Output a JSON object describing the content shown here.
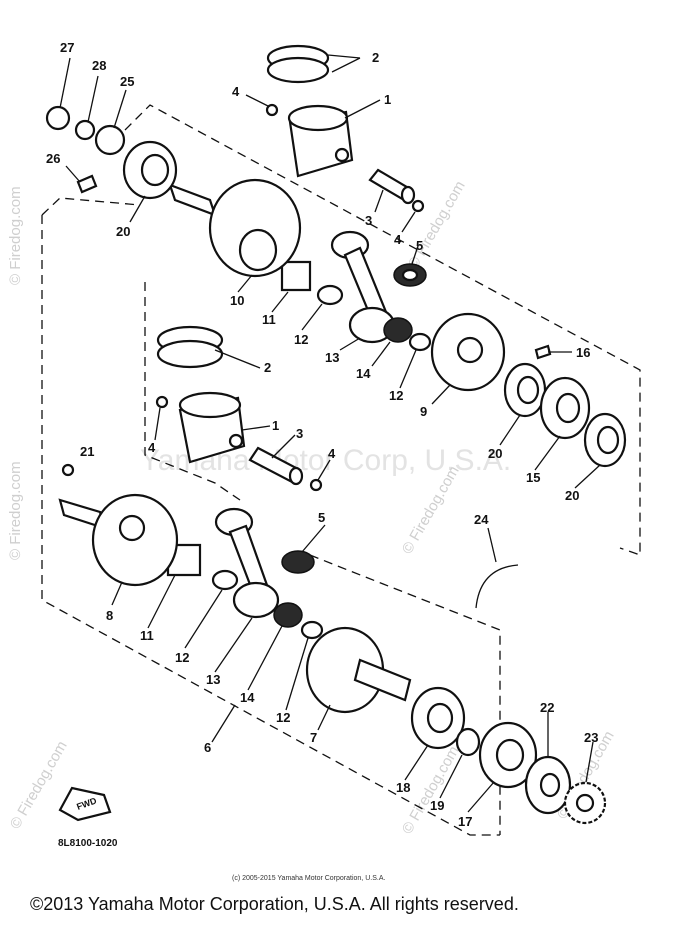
{
  "callouts": {
    "n1": "1",
    "n2": "2",
    "n3": "3",
    "n4": "4",
    "n5": "5",
    "n6": "6",
    "n7": "7",
    "n8": "8",
    "n9": "9",
    "n10": "10",
    "n11": "11",
    "n12": "12",
    "n13": "13",
    "n14": "14",
    "n15": "15",
    "n16": "16",
    "n17": "17",
    "n18": "18",
    "n19": "19",
    "n20": "20",
    "n21": "21",
    "n22": "22",
    "n23": "23",
    "n24": "24",
    "n25": "25",
    "n26": "26",
    "n27": "27",
    "n28": "28"
  },
  "fwd_label": "FWD",
  "diagram_code": "8L8100-1020",
  "watermark_site": "© Firedog.com",
  "watermark_center": "Yamaha Motor Corp, U.S.A.",
  "fine_print": "(c) 2005-2015 Yamaha Motor Corporation, U.S.A.",
  "copyright": "©2013 Yamaha Motor Corporation, U.S.A. All rights reserved.",
  "colors": {
    "ink": "#111111",
    "watermark": "#cfcfcf",
    "background": "#ffffff"
  }
}
